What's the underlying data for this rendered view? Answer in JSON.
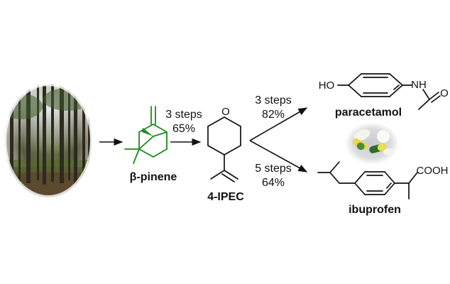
{
  "colors": {
    "pinene": "#1a8a1a",
    "ink": "#111111"
  },
  "forest_image": "forest-photo",
  "pill_image": "pills-photo",
  "compounds": {
    "pinene": "β-pinene",
    "ipec": "4-IPEC",
    "paracetamol": "paracetamol",
    "ibuprofen": "ibuprofen"
  },
  "steps": {
    "step1_count": "3 steps",
    "step1_yield": "65%",
    "step2_count": "3 steps",
    "step2_yield": "82%",
    "step3_count": "5 steps",
    "step3_yield": "64%"
  },
  "atoms": {
    "oxygen": "O",
    "ho": "HO",
    "nh": "NH",
    "cooh": "COOH"
  }
}
